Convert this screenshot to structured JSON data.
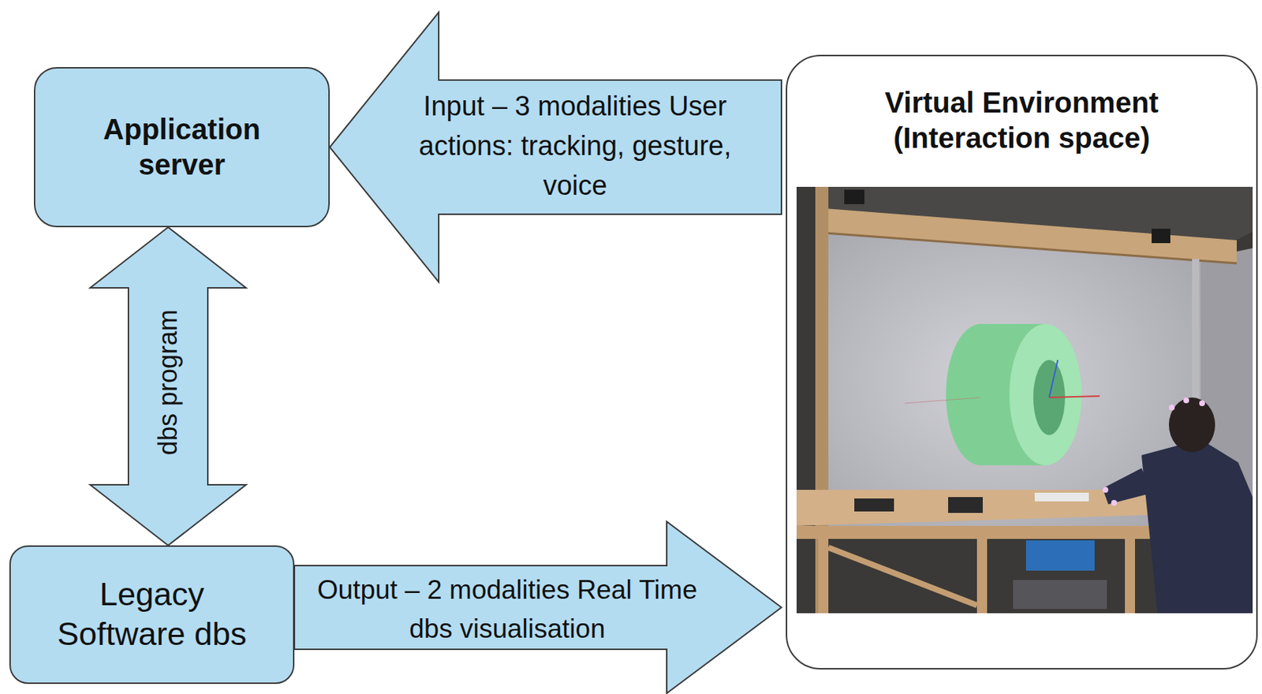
{
  "diagram": {
    "nodes": [
      {
        "text": [
          "Application server"
        ]
      },
      {
        "text": [
          "Legacy Software dbs"
        ]
      },
      {
        "text": [
          "Virtual Environment (Interaction space)"
        ]
      }
    ],
    "edges": [
      {
        "from": 2,
        "to": 0,
        "arrow": "to",
        "label": "Input – 3 modalities User actions: tracking, gesture, voice"
      },
      {
        "from": 0,
        "to": 1,
        "arrow": "both",
        "label": "dbs program"
      },
      {
        "from": 1,
        "to": 2,
        "arrow": "to",
        "label": "Output – 2 modalities Real Time dbs visualisation"
      }
    ]
  }
}
